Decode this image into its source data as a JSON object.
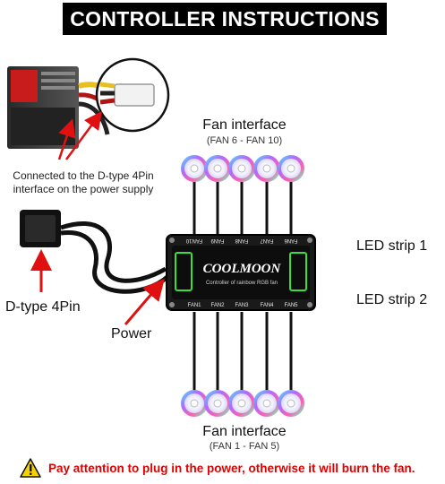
{
  "title": "CONTROLLER INSTRUCTIONS",
  "top_fans": {
    "label": "Fan interface",
    "sublabel": "(FAN 6 - FAN 10)",
    "ports": [
      "FAN10",
      "FAN9",
      "FAN8",
      "FAN7",
      "FAN6"
    ]
  },
  "bottom_fans": {
    "label": "Fan interface",
    "sublabel": "(FAN 1 - FAN 5)",
    "ports": [
      "FAN1",
      "FAN2",
      "FAN3",
      "FAN4",
      "FAN5"
    ]
  },
  "psu_note": {
    "line1": "Connected to the D-type 4Pin",
    "line2": "interface on the power supply"
  },
  "dtype_label": "D-type 4Pin",
  "power_label": "Power",
  "led_strips": [
    "LED strip 1",
    "LED strip 2"
  ],
  "controller": {
    "brand": "COOLMOON",
    "subtitle": "Controller of rainbow RGB fan"
  },
  "warning": "Pay attention to plug in the power, otherwise it will burn the fan.",
  "colors": {
    "arrow": "#e01010",
    "controller_body": "#1a1a1a",
    "controller_glow": "#3adf3a",
    "warning_text": "#e00000",
    "warning_icon": "#f2d200"
  },
  "icons": [
    "warning-triangle-icon",
    "red-arrow-icon",
    "fan-icon",
    "molex-plug-icon",
    "psu-icon"
  ]
}
